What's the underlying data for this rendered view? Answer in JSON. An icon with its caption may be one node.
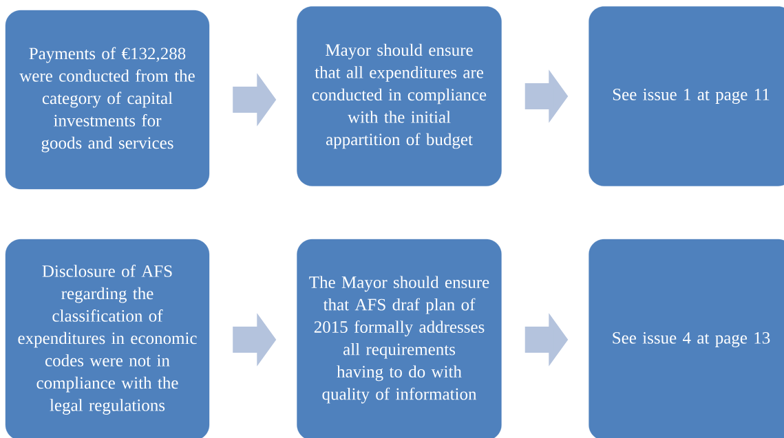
{
  "diagram": {
    "nodes": [
      {
        "text": [
          "Payments of €132,288 were conducted from the category of capital investments for goods and services"
        ]
      },
      {
        "text": [
          "Mayor should ensure that all expenditures are conducted in compliance with the initial appartition of budget"
        ]
      },
      {
        "text": [
          "See issue 1 at page 11"
        ]
      },
      {
        "text": [
          "Disclosure of AFS regarding the classification of expenditures in economic codes were not in compliance with the legal regulations"
        ]
      },
      {
        "text": [
          "The Mayor should ensure that AFS draf plan of 2015 formally addresses all requirements having to do with quality of information"
        ]
      },
      {
        "text": [
          "See issue 4 at page 13"
        ]
      }
    ],
    "edges": [
      {
        "from": 0,
        "to": 1,
        "arrow": "to"
      },
      {
        "from": 1,
        "to": 2,
        "arrow": "to"
      },
      {
        "from": 3,
        "to": 4,
        "arrow": "to"
      },
      {
        "from": 4,
        "to": 5,
        "arrow": "to"
      }
    ]
  }
}
